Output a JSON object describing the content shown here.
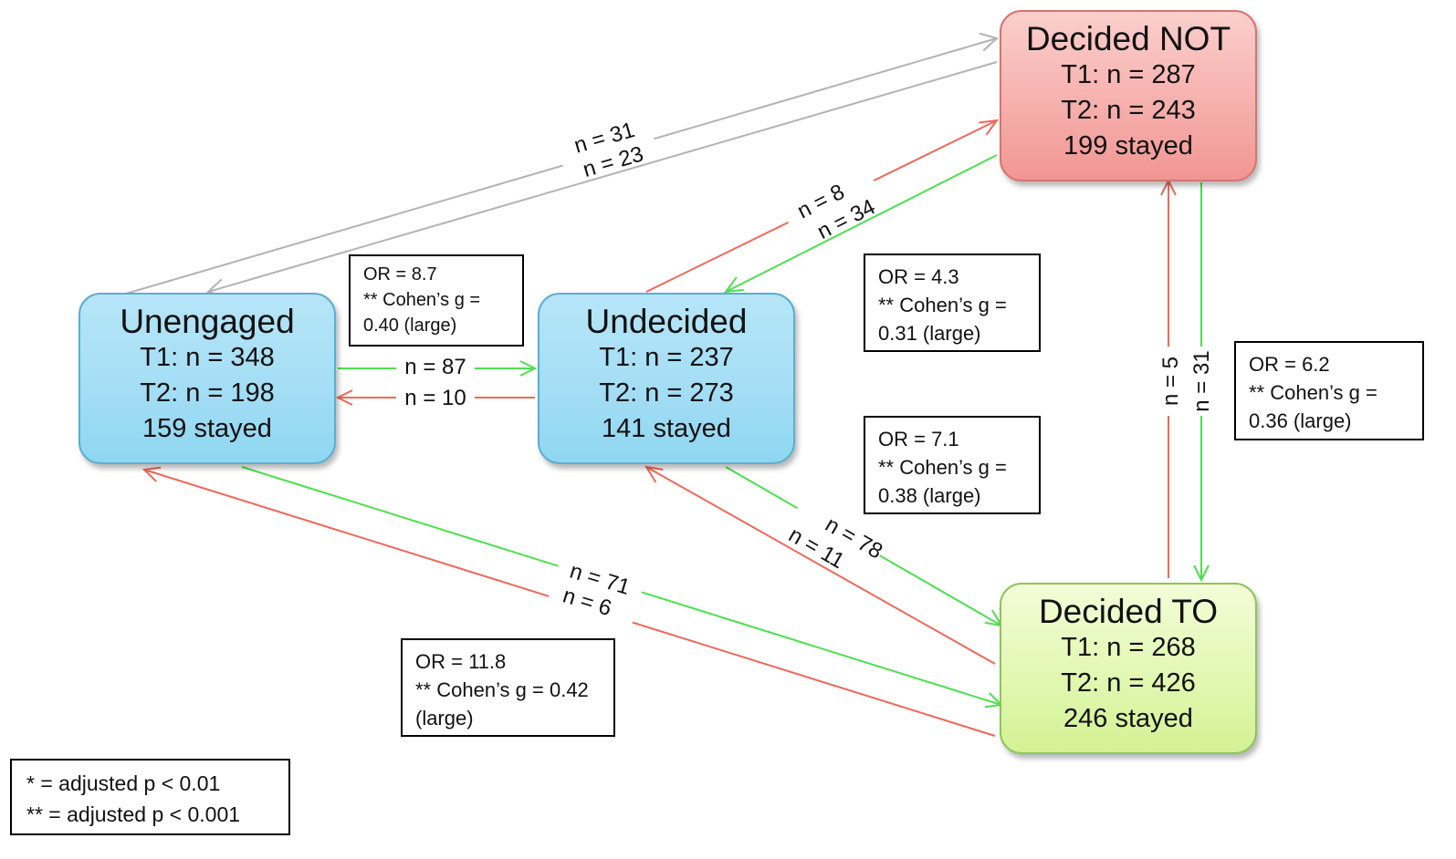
{
  "nodes": {
    "unengaged": {
      "title": "Unengaged",
      "t1": "T1: n = 348",
      "t2": "T2: n = 198",
      "stayed": "159 stayed"
    },
    "undecided": {
      "title": "Undecided",
      "t1": "T1: n = 237",
      "t2": "T2: n = 273",
      "stayed": "141 stayed"
    },
    "decided_not": {
      "title": "Decided NOT",
      "t1": "T1: n = 287",
      "t2": "T2: n = 243",
      "stayed": "199 stayed"
    },
    "decided_to": {
      "title": "Decided TO",
      "t1": "T1: n = 268",
      "t2": "T2: n = 426",
      "stayed": "246 stayed"
    }
  },
  "edges": {
    "unengaged_to_undecided": "n = 87",
    "undecided_to_unengaged": "n = 10",
    "unengaged_to_decided_not": "n = 31",
    "decided_not_to_unengaged": "n = 23",
    "undecided_to_decided_not": "n = 8",
    "decided_not_to_undecided": "n = 34",
    "decided_to_to_decided_not": "n = 5",
    "decided_not_to_decided_to": "n = 31",
    "undecided_to_decided_to": "n = 78",
    "decided_to_to_undecided": "n = 11",
    "unengaged_to_decided_to": "n = 71",
    "decided_to_to_unengaged": "n = 6"
  },
  "stats": {
    "unengaged_undecided": {
      "line1": "OR = 8.7",
      "line2": "** Cohen’s g =",
      "line3": "0.40 (large)"
    },
    "undecided_decided_not": {
      "line1": "OR = 4.3",
      "line2": "** Cohen’s g =",
      "line3": "0.31 (large)"
    },
    "undecided_decided_to": {
      "line1": "OR = 7.1",
      "line2": "** Cohen’s g =",
      "line3": "0.38 (large)"
    },
    "decided_not_decided_to": {
      "line1": "OR = 6.2",
      "line2": "** Cohen’s g =",
      "line3": "0.36 (large)"
    },
    "unengaged_decided_to": {
      "line1": "OR = 11.8",
      "line2": "** Cohen’s g = 0.42",
      "line3": "(large)"
    }
  },
  "legend": {
    "line1": "* = adjusted p < 0.01",
    "line2": "** = adjusted  p < 0.001"
  },
  "colors": {
    "toward_decided_to": "#4de04d",
    "away": "#f0675a",
    "neutral": "#b3b3b3"
  }
}
